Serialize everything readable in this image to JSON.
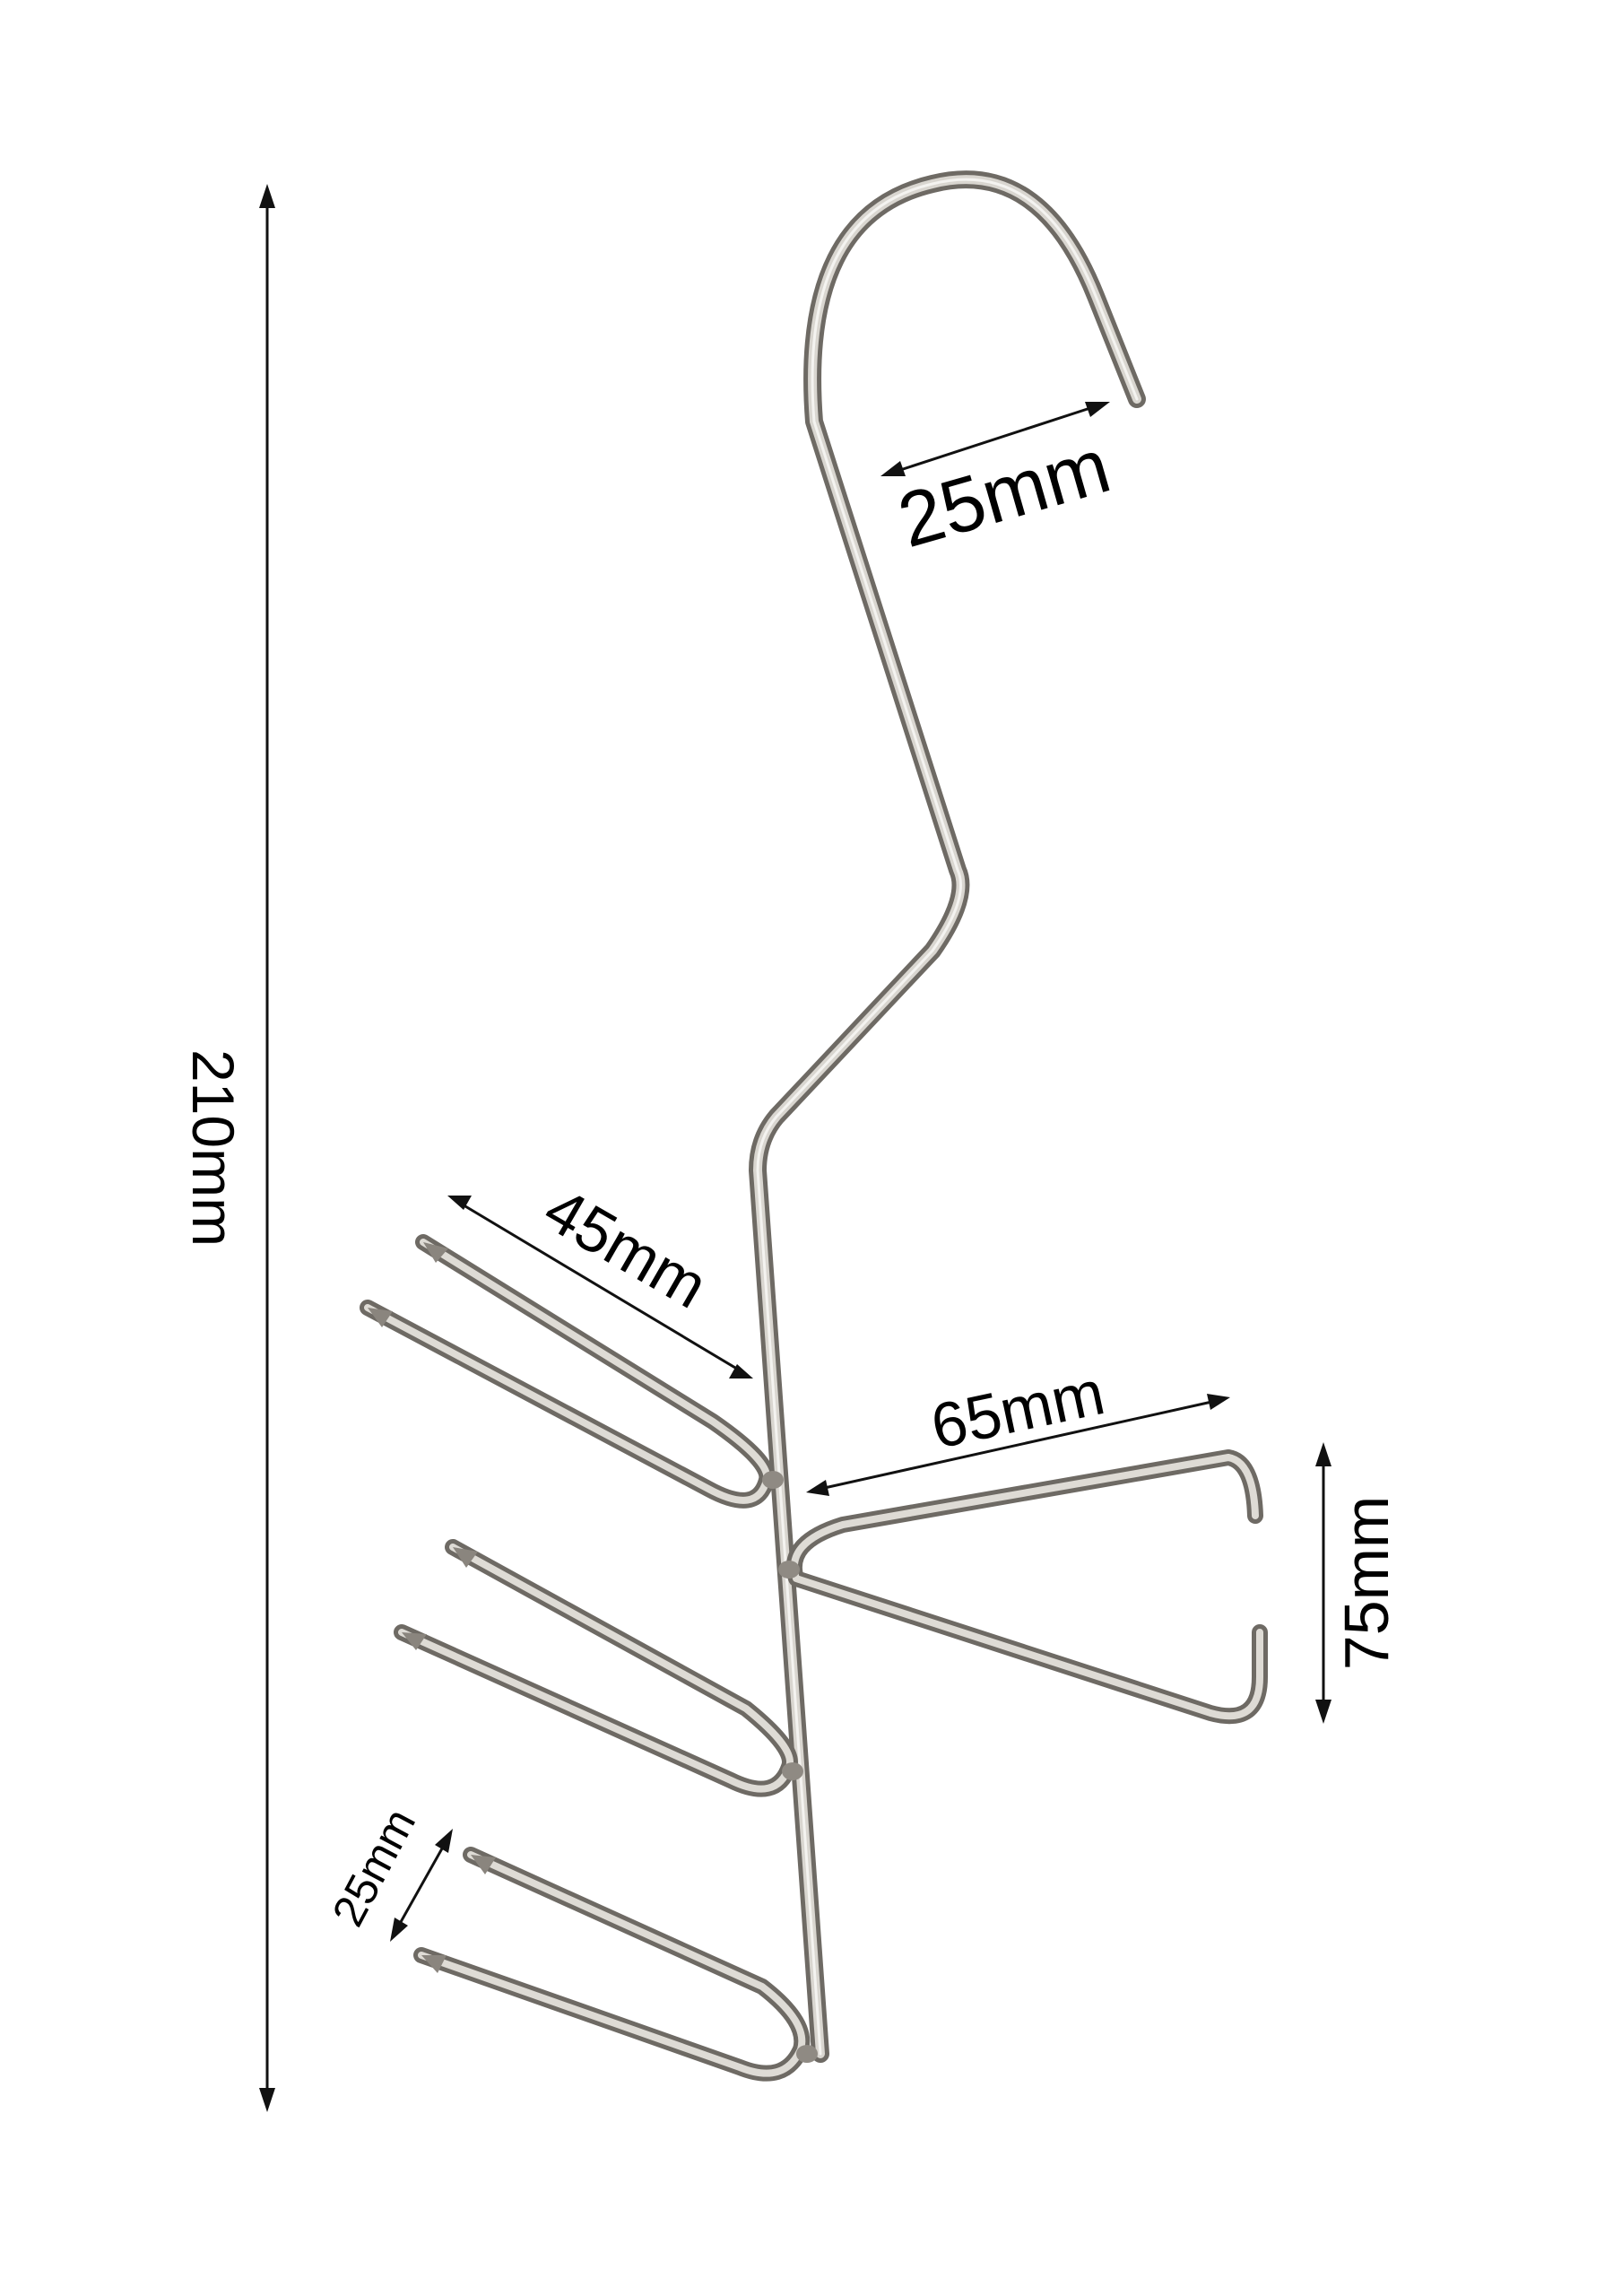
{
  "dimensions": {
    "total_height": "210mm",
    "hook_opening": "25mm",
    "prong_length": "45mm",
    "clip_length": "65mm",
    "clip_height": "75mm",
    "prong_spacing": "25mm"
  },
  "colors": {
    "background": "#ffffff",
    "dimension_lines": "#111111",
    "label_text": "#000000",
    "metal_dark": "#6e6a64",
    "metal_mid": "#b5b1aa",
    "metal_light": "#e9e7e2"
  }
}
